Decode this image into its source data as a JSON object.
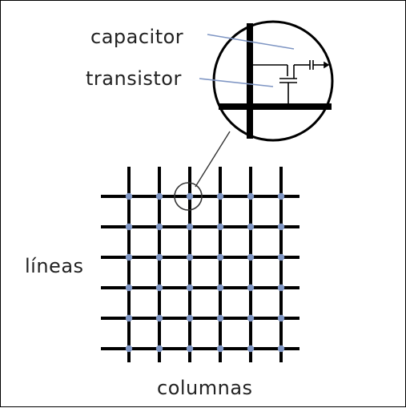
{
  "diagram": {
    "labels": {
      "capacitor": "capacitor",
      "transistor": "transistor",
      "rows": "líneas",
      "columns": "columnas"
    },
    "grid": {
      "rows": 6,
      "columns": 6
    },
    "colors": {
      "line": "#000000",
      "cell": "#7f96c4",
      "callout": "#7f96c4"
    }
  }
}
